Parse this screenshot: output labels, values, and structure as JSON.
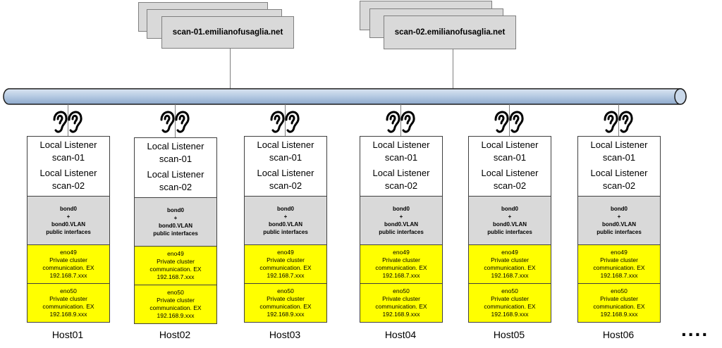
{
  "scan_servers": [
    {
      "name": "scan-01.emilianofusaglia.net"
    },
    {
      "name": "scan-02.emilianofusaglia.net"
    }
  ],
  "hosts": [
    {
      "name": "Host01"
    },
    {
      "name": "Host02"
    },
    {
      "name": "Host03"
    },
    {
      "name": "Host04"
    },
    {
      "name": "Host05"
    },
    {
      "name": "Host06"
    }
  ],
  "host_block": {
    "listener_label": "Local Listener",
    "scan1": "scan-01",
    "scan2": "scan-02",
    "bond_line1": "bond0",
    "bond_plus": "+",
    "bond_line2": "bond0.VLAN",
    "bond_line3": "public interfaces",
    "eno49": "eno49",
    "eno50": "eno50",
    "private_line1": "Private cluster",
    "private_line2": "communication. EX",
    "ip_7": "192.168.7.xxx",
    "ip_9": "192.168.9.xxx"
  },
  "continuation": "....",
  "colors": {
    "bus_fill": "#b8cce4",
    "bus_stroke": "#1f1f1f",
    "public_fill": "#d9d9d9",
    "private_fill": "#ffff00"
  },
  "icons": [
    "ear-icon"
  ]
}
